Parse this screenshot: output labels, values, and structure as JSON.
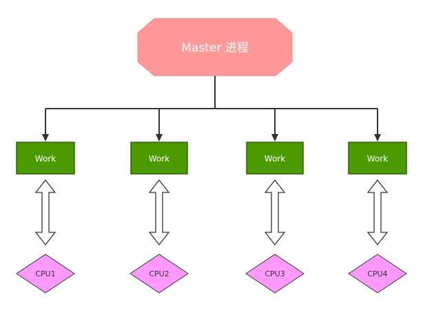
{
  "master": {
    "label": "Master 进程",
    "fill": "#ff9999"
  },
  "workers": [
    {
      "label": "Work",
      "cpu": "CPU1"
    },
    {
      "label": "Work",
      "cpu": "CPU2"
    },
    {
      "label": "Work",
      "cpu": "CPU3"
    },
    {
      "label": "Work",
      "cpu": "CPU4"
    }
  ],
  "colors": {
    "worker_fill": "#4d9900",
    "worker_stroke": "#2d6600",
    "cpu_fill": "#ff99ff",
    "cpu_stroke": "#333333",
    "connector": "#333333"
  }
}
